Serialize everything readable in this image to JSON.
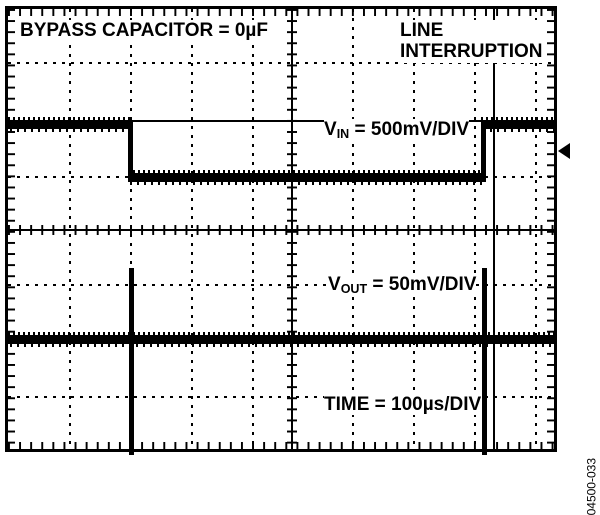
{
  "figure": {
    "id_label": "04500-033",
    "type": "oscilloscope-screenshot"
  },
  "annotations": {
    "bypass_capacitor": "BYPASS CAPACITOR = 0µF",
    "line_interruption_line1": "LINE",
    "line_interruption_line2": "INTERRUPTION",
    "vin_prefix": "V",
    "vin_subscript": "IN",
    "vin_value": " = 500mV/DIV",
    "vout_prefix": "V",
    "vout_subscript": "OUT",
    "vout_value": " = 50mV/DIV",
    "time_label": "TIME = 100µs/DIV"
  },
  "chart_data": {
    "type": "line",
    "title": "BYPASS CAPACITOR = 0µF",
    "subtitle": "LINE INTERRUPTION",
    "xlabel": "TIME = 100µs/DIV",
    "grid": true,
    "divisions": {
      "horizontal": 10,
      "vertical": 8
    },
    "time_per_div_us": 100,
    "x_unit": "µs",
    "xlim": [
      0,
      1000
    ],
    "series": [
      {
        "name": "VIN",
        "label": "V_IN = 500mV/DIV",
        "volts_per_div_mV": 500,
        "y_unit": "mV",
        "description": "Input supply drops one division (500mV) during the line interruption, then recovers.",
        "points": [
          {
            "t_us": 0,
            "level_div": 1.0
          },
          {
            "t_us": 200,
            "level_div": 1.0
          },
          {
            "t_us": 200,
            "level_div": 0.0
          },
          {
            "t_us": 770,
            "level_div": 0.0
          },
          {
            "t_us": 770,
            "level_div": 1.0
          },
          {
            "t_us": 1000,
            "level_div": 1.0
          }
        ]
      },
      {
        "name": "VOUT",
        "label": "V_OUT = 50mV/DIV",
        "volts_per_div_mV": 50,
        "y_unit": "mV",
        "description": "Output stays flat at its nominal level except for two narrow transient spikes coincident with the falling and rising edges of VIN.",
        "points": [
          {
            "t_us": 0,
            "level_div": 0.0
          },
          {
            "t_us": 200,
            "level_div": 0.0
          },
          {
            "t_us": 200,
            "level_div": 1.3
          },
          {
            "t_us": 205,
            "level_div": 0.0
          },
          {
            "t_us": 770,
            "level_div": 0.0
          },
          {
            "t_us": 770,
            "level_div": 1.3
          },
          {
            "t_us": 775,
            "level_div": 0.0
          },
          {
            "t_us": 1000,
            "level_div": 0.0
          }
        ],
        "spikes_at_us": [
          200,
          770
        ]
      }
    ],
    "markers": [
      {
        "name": "trigger-level-arrow",
        "edge": "right",
        "direction": "left"
      }
    ]
  },
  "colors": {
    "trace": "#000000",
    "grid": "#000000",
    "background": "#ffffff"
  }
}
